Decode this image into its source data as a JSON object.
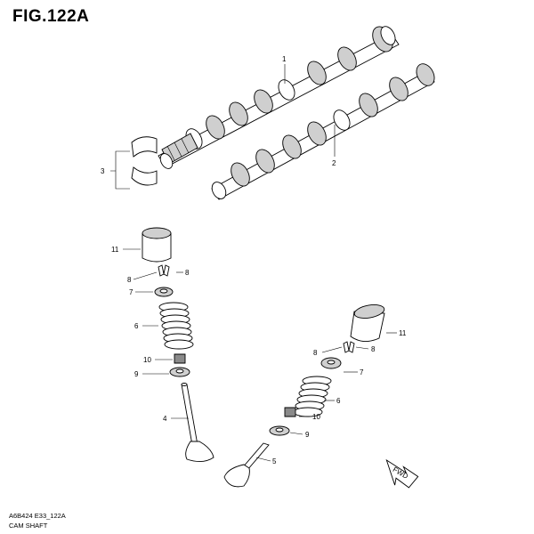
{
  "figure": {
    "title": "FIG.122A",
    "code": "A6B424 E33_122A",
    "caption": "CAM SHAFT"
  },
  "callouts": [
    {
      "id": "c1",
      "text": "1"
    },
    {
      "id": "c2",
      "text": "2"
    },
    {
      "id": "c3",
      "text": "3"
    },
    {
      "id": "c11a",
      "text": "11"
    },
    {
      "id": "c8a",
      "text": "8"
    },
    {
      "id": "c8b",
      "text": "8"
    },
    {
      "id": "c7a",
      "text": "7"
    },
    {
      "id": "c6a",
      "text": "6"
    },
    {
      "id": "c10a",
      "text": "10"
    },
    {
      "id": "c9a",
      "text": "9"
    },
    {
      "id": "c4",
      "text": "4"
    },
    {
      "id": "c11b",
      "text": "11"
    },
    {
      "id": "c8c",
      "text": "8"
    },
    {
      "id": "c8d",
      "text": "8"
    },
    {
      "id": "c7b",
      "text": "7"
    },
    {
      "id": "c6b",
      "text": "6"
    },
    {
      "id": "c10b",
      "text": "10"
    },
    {
      "id": "c9b",
      "text": "9"
    },
    {
      "id": "c5",
      "text": "5"
    }
  ],
  "fwd_label": "FWD"
}
